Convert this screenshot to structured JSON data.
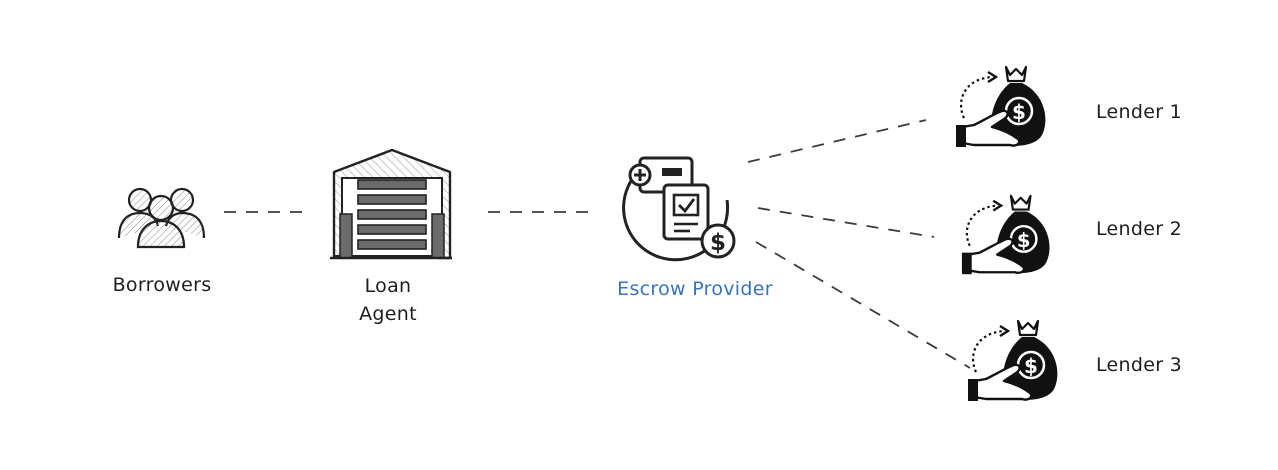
{
  "diagram": {
    "nodes": [
      {
        "id": "borrowers",
        "label": "Borrowers",
        "icon": "people-group-icon"
      },
      {
        "id": "loan-agent",
        "label_lines": [
          "Loan",
          "Agent"
        ],
        "icon": "warehouse-icon"
      },
      {
        "id": "escrow-provider",
        "label": "Escrow Provider",
        "icon": "escrow-document-dollar-icon",
        "label_color": "#3a73c0"
      },
      {
        "id": "lender-1",
        "label": "Lender 1",
        "icon": "money-bag-hand-icon"
      },
      {
        "id": "lender-2",
        "label": "Lender 2",
        "icon": "money-bag-hand-icon"
      },
      {
        "id": "lender-3",
        "label": "Lender 3",
        "icon": "money-bag-hand-icon"
      }
    ],
    "edges": [
      {
        "from": "borrowers",
        "to": "loan-agent",
        "style": "dashed"
      },
      {
        "from": "loan-agent",
        "to": "escrow-provider",
        "style": "dashed"
      },
      {
        "from": "escrow-provider",
        "to": "lender-1",
        "style": "dashed"
      },
      {
        "from": "escrow-provider",
        "to": "lender-2",
        "style": "dashed"
      },
      {
        "from": "escrow-provider",
        "to": "lender-3",
        "style": "dashed"
      }
    ]
  }
}
